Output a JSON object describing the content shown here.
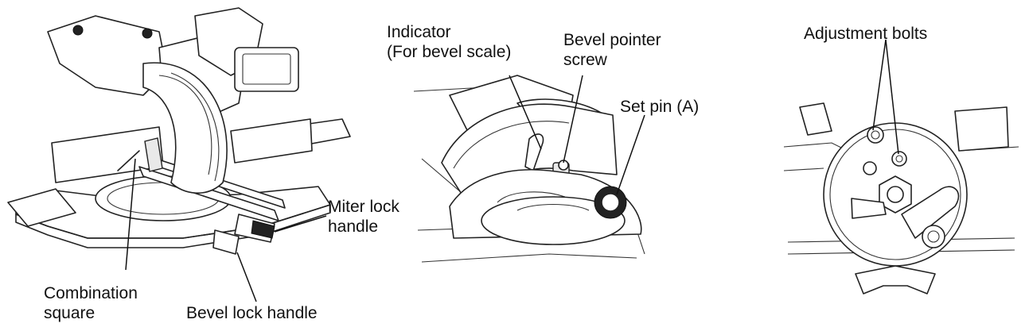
{
  "figures": [
    {
      "id": "saw-overview",
      "labels": {
        "combination_square": "Combination\nsquare",
        "miter_lock_handle": "Miter lock\nhandle",
        "bevel_lock_handle": "Bevel lock handle"
      }
    },
    {
      "id": "bevel-scale-detail",
      "labels": {
        "indicator": "Indicator\n(For bevel scale)",
        "bevel_pointer_screw": "Bevel pointer\nscrew",
        "set_pin_a": "Set pin (A)"
      }
    },
    {
      "id": "adjustment-detail",
      "labels": {
        "adjustment_bolts": "Adjustment bolts"
      }
    }
  ]
}
